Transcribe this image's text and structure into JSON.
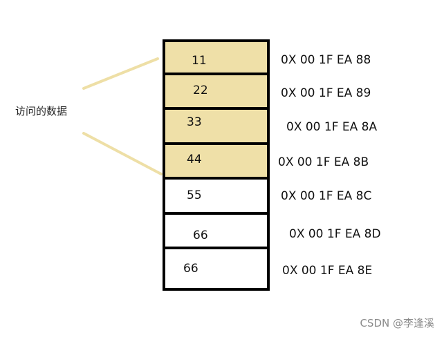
{
  "annotation": {
    "label": "访问的数据",
    "line_color": "#eedfa6"
  },
  "memory": {
    "highlight_color": "#efe0a8",
    "cells": [
      {
        "value": "11",
        "address": "0X 00 1F EA 88",
        "highlighted": true
      },
      {
        "value": "22",
        "address": "0X 00 1F EA 89",
        "highlighted": true
      },
      {
        "value": "33",
        "address": "0X 00 1F EA 8A",
        "highlighted": true
      },
      {
        "value": "44",
        "address": "0X 00 1F EA 8B",
        "highlighted": true
      },
      {
        "value": "55",
        "address": "0X 00 1F EA 8C",
        "highlighted": false
      },
      {
        "value": "66",
        "address": "0X 00 1F EA 8D",
        "highlighted": false
      },
      {
        "value": "66",
        "address": "0X 00 1F EA 8E",
        "highlighted": false
      }
    ]
  },
  "watermark": "CSDN @李逢溪"
}
